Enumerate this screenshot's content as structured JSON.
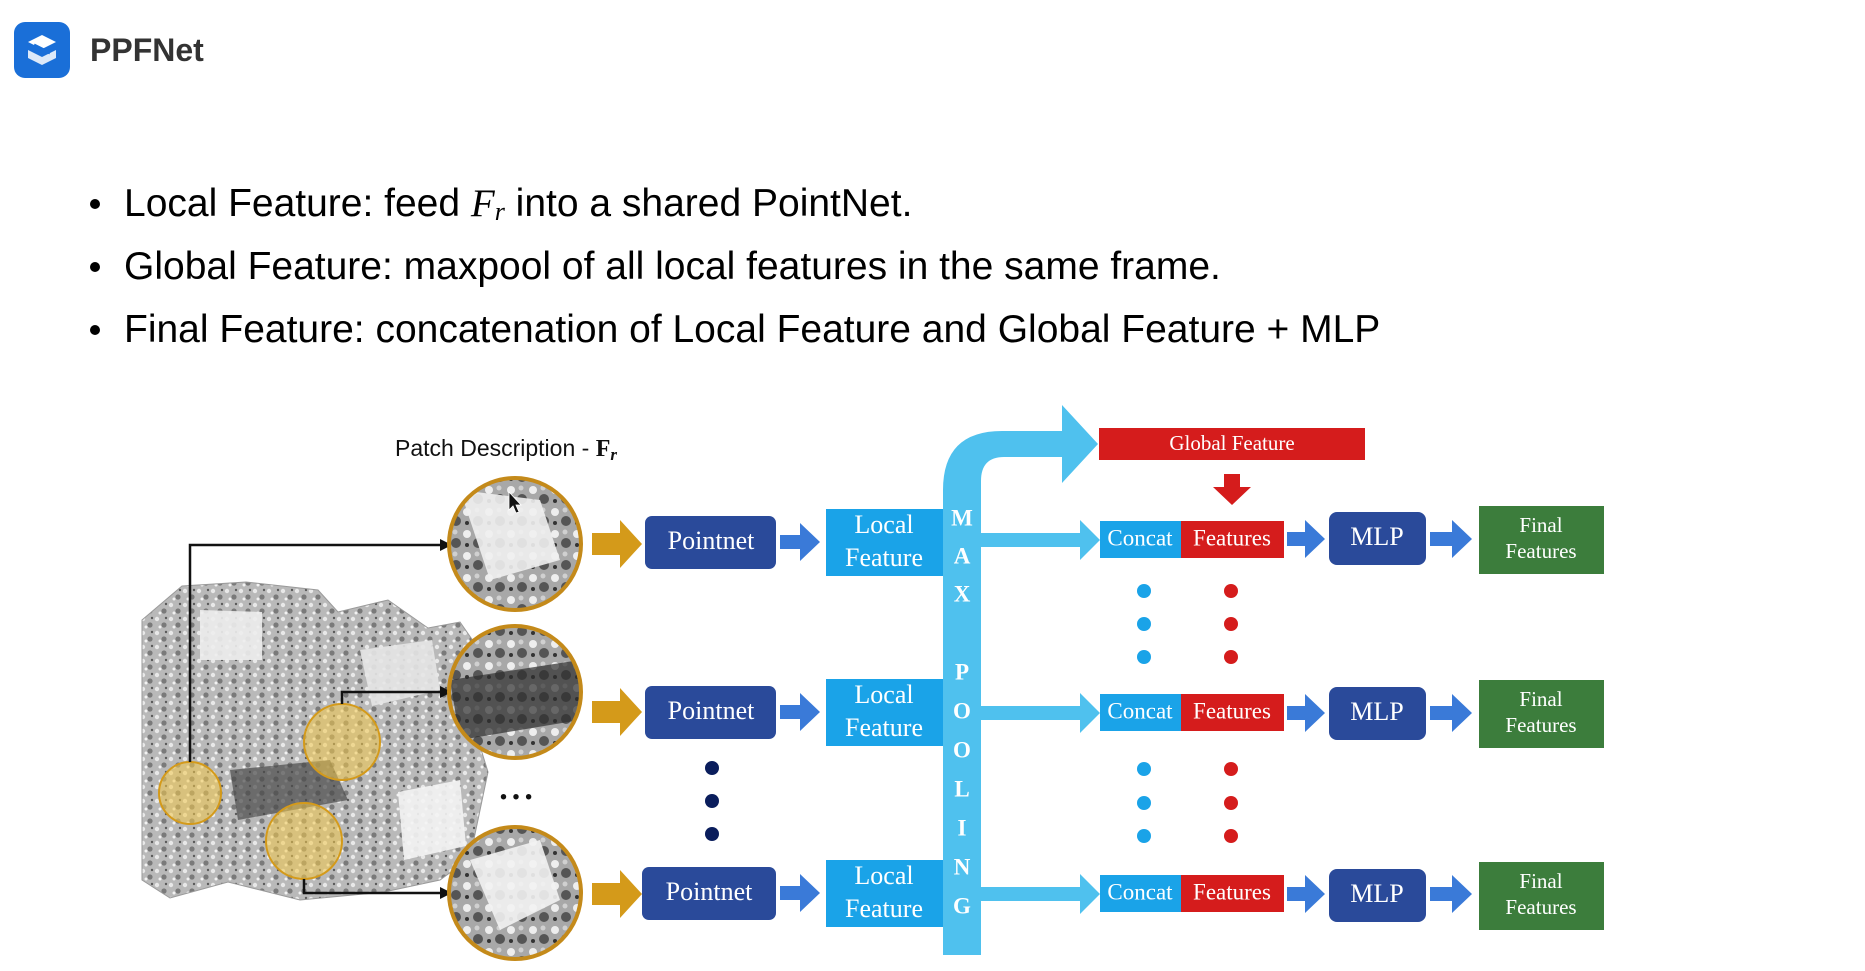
{
  "header": {
    "title": "PPFNet",
    "brand_color": "#1a6fd8"
  },
  "bullets": [
    {
      "pre": "Local Feature: feed ",
      "math_var": "F",
      "math_sub": "r",
      "post": " into a shared PointNet."
    },
    {
      "text": "Global Feature: maxpool of all local features in the same frame."
    },
    {
      "text": "Final Feature: concatenation of Local Feature and Global Feature + MLP"
    }
  ],
  "diagram": {
    "patch_label": "Patch Description - ",
    "patch_var": "F",
    "patch_sub": "r",
    "ellipsis": "• • •",
    "pointnet_label": "Pointnet",
    "local_line1": "Local",
    "local_line2": "Feature",
    "maxpool_letters": [
      "M",
      "A",
      "X",
      "P",
      "O",
      "O",
      "L",
      "I",
      "N",
      "G"
    ],
    "global_feature": "Global Feature",
    "concat_label": "Concat",
    "features_label": "Features",
    "mlp_label": "MLP",
    "final_line1": "Final",
    "final_line2": "Features",
    "colors": {
      "dark_blue": "#2a4a9a",
      "light_blue": "#1aa3e8",
      "sky_blue": "#4fc1ee",
      "red": "#d51c1c",
      "green": "#3c7d3c",
      "gold": "#d49a1a",
      "arrow_blue": "#3a7ad8",
      "navy_dot": "#0a1d5c"
    }
  }
}
